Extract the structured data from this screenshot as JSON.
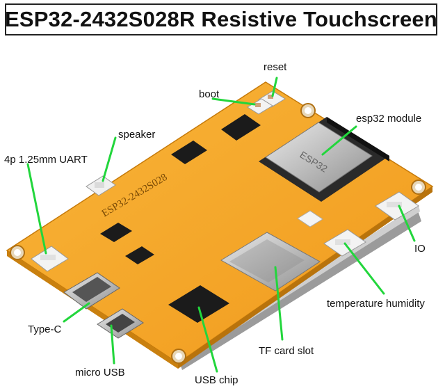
{
  "title": "ESP32-2432S028R Resistive Touchscreen",
  "board": {
    "silkscreen": "ESP32-2432S028"
  },
  "labels": {
    "reset": "reset",
    "boot": "boot",
    "esp32_module": "esp32 module",
    "speaker": "speaker",
    "uart": "4p 1.25mm UART",
    "io": "IO",
    "temperature_humidity": "temperature humidity",
    "type_c": "Type-C",
    "tf_card_slot": "TF card slot",
    "micro_usb": "micro USB",
    "usb_chip": "USB chip"
  },
  "colors": {
    "pcb": "#f5a623",
    "pcb_dark": "#d98a12",
    "callout_line": "#22d63c",
    "chip": "#1b1b1b",
    "metal": "#c8c8c8"
  }
}
